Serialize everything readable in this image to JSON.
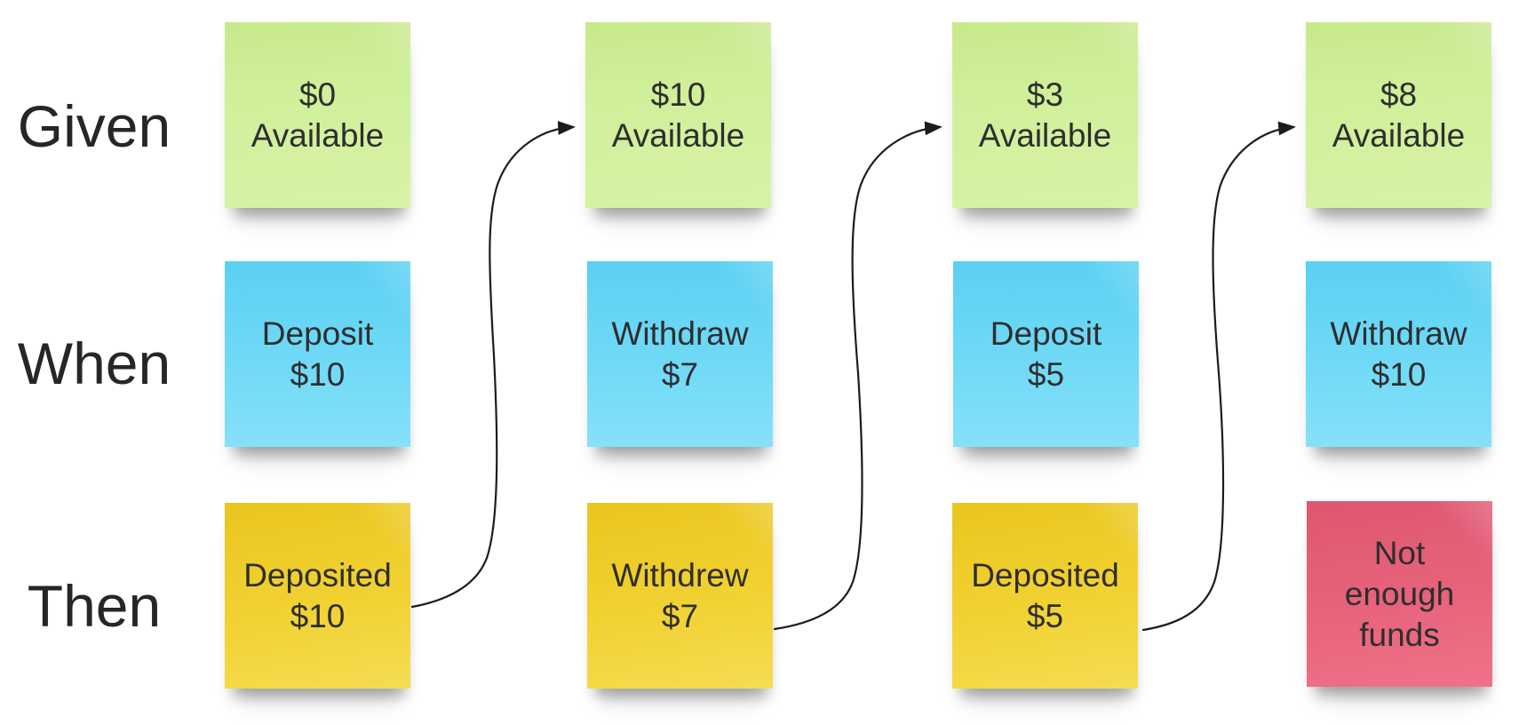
{
  "board": {
    "background": "#ffffff",
    "row_labels": [
      {
        "id": "given",
        "label": "Given"
      },
      {
        "id": "when",
        "label": "When"
      },
      {
        "id": "then",
        "label": "Then"
      }
    ],
    "note_colors": {
      "green": "#cfef99",
      "blue": "#6ed9f6",
      "yellow": "#f1d233",
      "pink": "#e7647c"
    },
    "arrow_color": "#1c1c1c",
    "text_color": "#2e2e2e",
    "notes": [
      {
        "id": "given-1",
        "row": "Given",
        "column": 1,
        "color": "green",
        "text": "$0\nAvailable"
      },
      {
        "id": "when-1",
        "row": "When",
        "column": 1,
        "color": "blue",
        "text": "Deposit\n$10"
      },
      {
        "id": "then-1",
        "row": "Then",
        "column": 1,
        "color": "yellow",
        "text": "Deposited\n$10"
      },
      {
        "id": "given-2",
        "row": "Given",
        "column": 2,
        "color": "green",
        "text": "$10\nAvailable"
      },
      {
        "id": "when-2",
        "row": "When",
        "column": 2,
        "color": "blue",
        "text": "Withdraw\n$7"
      },
      {
        "id": "then-2",
        "row": "Then",
        "column": 2,
        "color": "yellow",
        "text": "Withdrew\n$7"
      },
      {
        "id": "given-3",
        "row": "Given",
        "column": 3,
        "color": "green",
        "text": "$3\nAvailable"
      },
      {
        "id": "when-3",
        "row": "When",
        "column": 3,
        "color": "blue",
        "text": "Deposit\n$5"
      },
      {
        "id": "then-3",
        "row": "Then",
        "column": 3,
        "color": "yellow",
        "text": "Deposited\n$5"
      },
      {
        "id": "given-4",
        "row": "Given",
        "column": 4,
        "color": "green",
        "text": "$8\nAvailable"
      },
      {
        "id": "when-4",
        "row": "When",
        "column": 4,
        "color": "blue",
        "text": "Withdraw\n$10"
      },
      {
        "id": "then-4",
        "row": "Then",
        "column": 4,
        "color": "pink",
        "text": "Not\nenough\nfunds"
      }
    ],
    "connections": [
      {
        "from": "then-1",
        "to": "given-2"
      },
      {
        "from": "then-2",
        "to": "given-3"
      },
      {
        "from": "then-3",
        "to": "given-4"
      }
    ]
  }
}
